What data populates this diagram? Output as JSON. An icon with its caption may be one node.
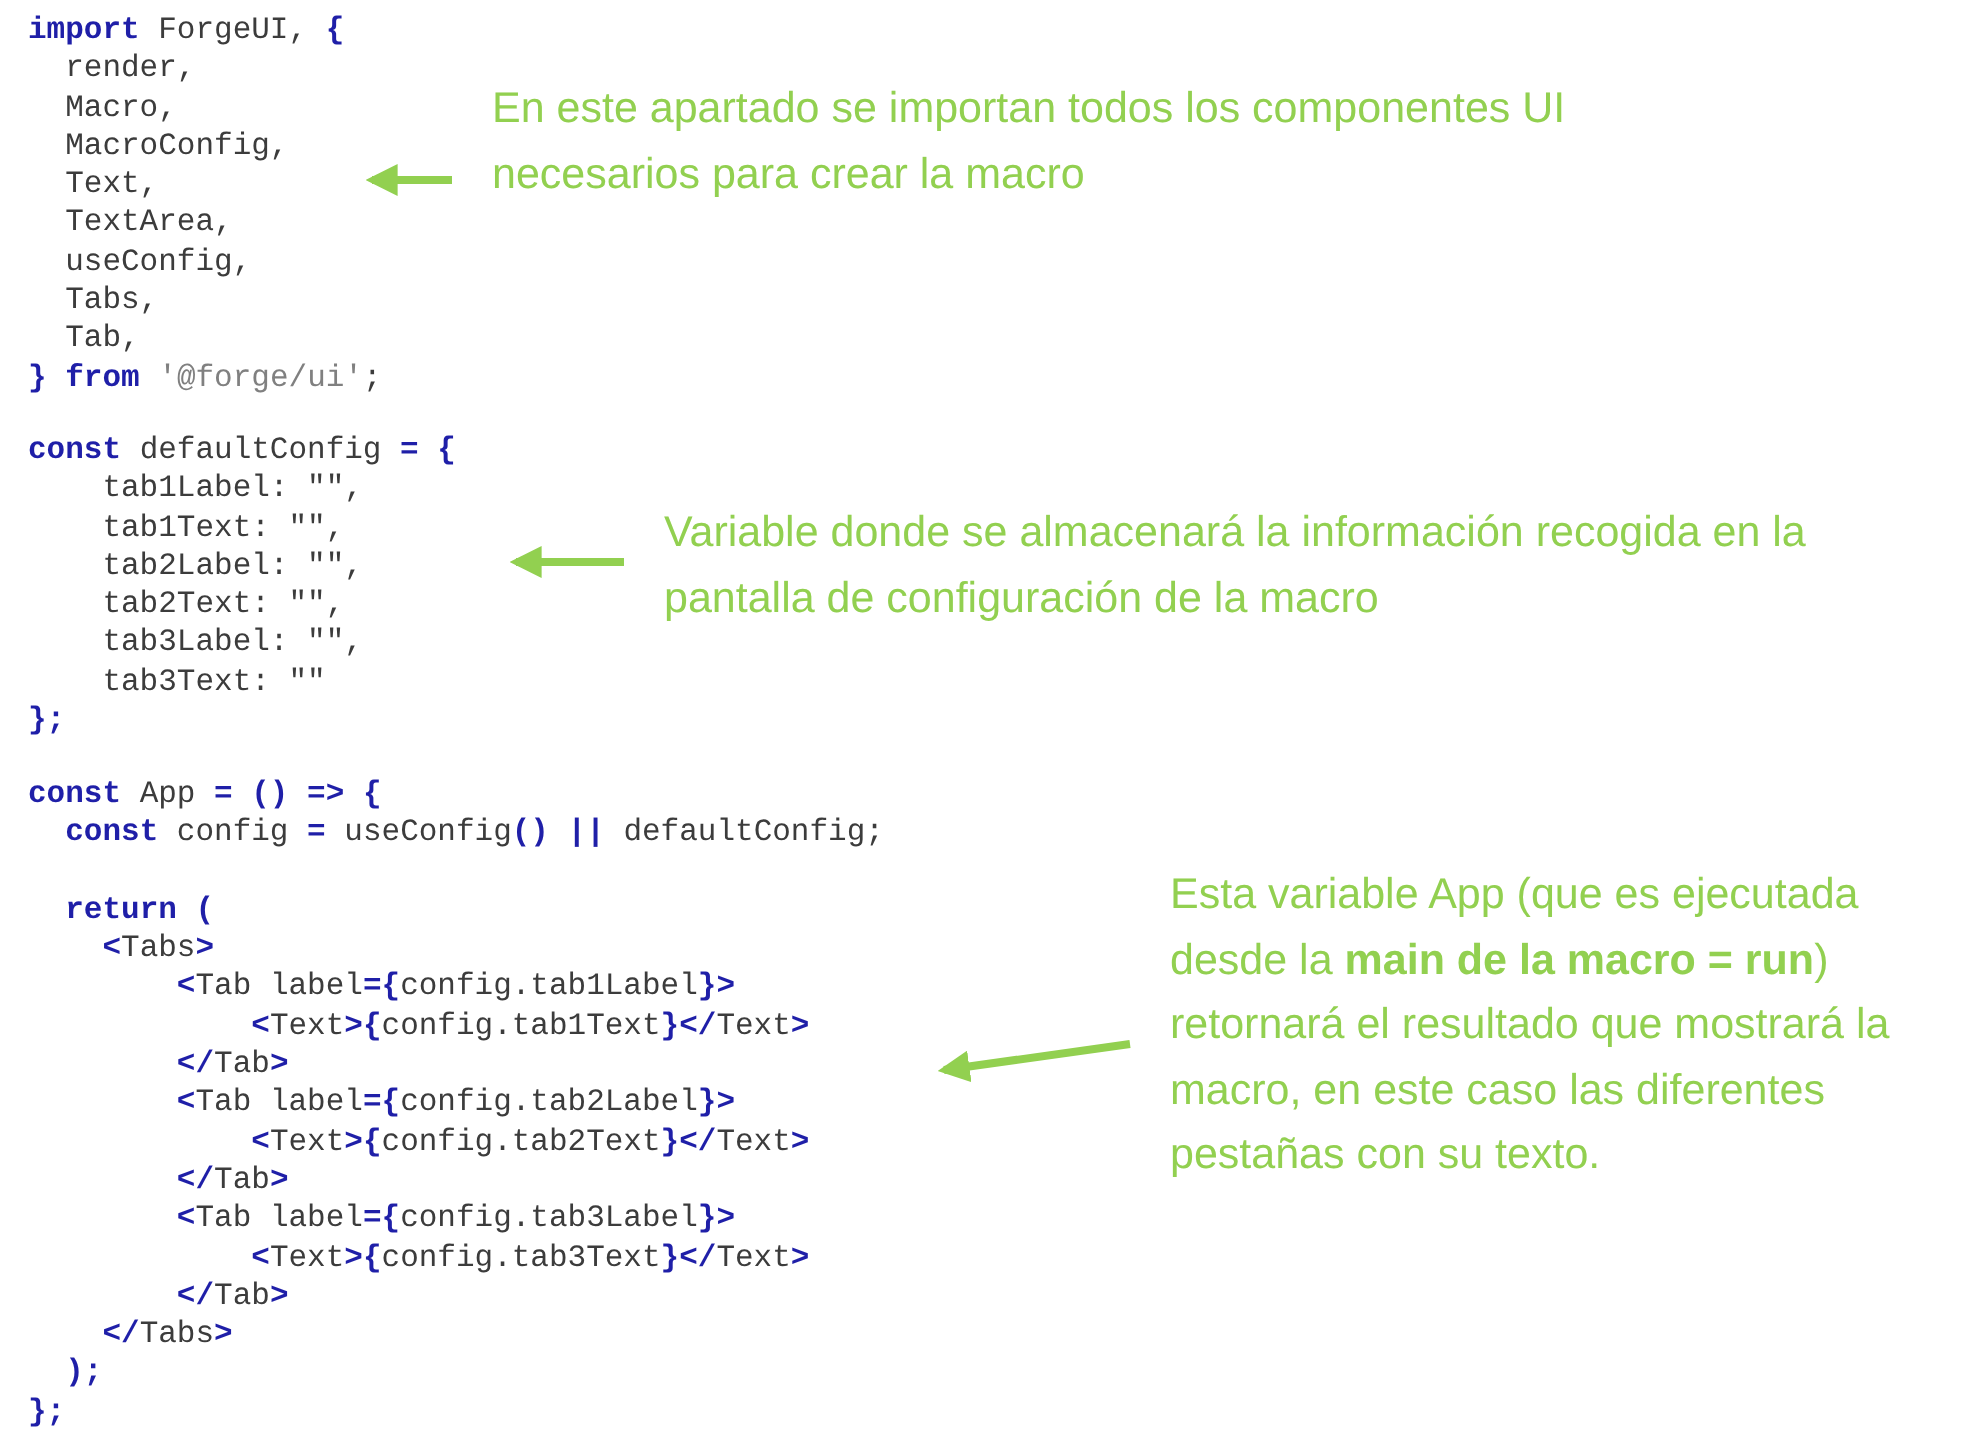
{
  "diagram": {
    "nodes": [
      {
        "text": [
          "**import** ForgeUI, **{**",
          "  render,",
          "  Macro,",
          "  MacroConfig,",
          "  Text,",
          "  TextArea,",
          "  useConfig,",
          "  Tabs,",
          "  Tab,",
          "**}** **from** *'@forge/ui'*;"
        ]
      },
      {
        "text": [
          "En este apartado se importan todos los componentes UI necesarios para crear la macro"
        ]
      },
      {
        "text": [
          "**const** defaultConfig **= {**",
          "    tab1Label: \"\",",
          "    tab1Text: \"\",",
          "    tab2Label: \"\",",
          "    tab2Text: \"\",",
          "    tab3Label: \"\",",
          "    tab3Text: \"\"",
          "**};**"
        ]
      },
      {
        "text": [
          "Variable donde se almacenará la información recogida en la pantalla de configuración de la macro"
        ]
      },
      {
        "text": [
          "**const** App **= () => {**",
          "  **const** config **=** useConfig**()** **||** defaultConfig;",
          "  **return (**",
          "    **<**Tabs**>**",
          "        **<**Tab label**={**config.tab1Label**}>**",
          "            **<**Text**>{**config.tab1Text**}</**Text**>**",
          "        **</**Tab**>**",
          "        **<**Tab label**={**config.tab2Label**}>**",
          "            **<**Text**>{**config.tab2Text**}</**Text**>**",
          "        **</**Tab**>**",
          "        **<**Tab label**={**config.tab3Label**}>**",
          "            **<**Text**>{**config.tab3Text**}</**Text**>**",
          "        **</**Tab**>**",
          "    **</**Tabs**>**",
          "  **);**",
          "**};**"
        ]
      },
      {
        "text": [
          "Esta variable App (que es ejecutada desde la **main de la macro = run**) retornará el resultado que mostrará la macro, en este caso las diferentes pestañas con su texto."
        ]
      }
    ],
    "edges": [
      {
        "from": 1,
        "to": 0,
        "arrow": "to"
      },
      {
        "from": 3,
        "to": 2,
        "arrow": "to"
      },
      {
        "from": 5,
        "to": 4,
        "arrow": "to"
      }
    ]
  }
}
